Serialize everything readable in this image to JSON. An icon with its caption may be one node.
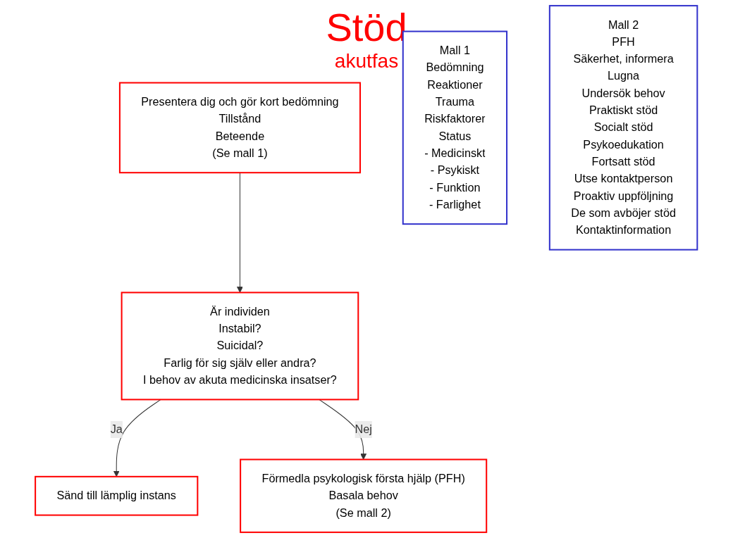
{
  "diagram": {
    "title": "Stöd",
    "nodes": [
      {
        "text": [
          "Presentera dig och gör kort bedömning",
          "Tillstånd",
          "Beteende",
          "(Se mall 1)"
        ]
      },
      {
        "text": [
          "Är individen",
          "Instabil?",
          "Suicidal?",
          "Farlig för sig själv eller andra?",
          "I behov av akuta medicinska insatser?"
        ]
      },
      {
        "text": [
          "Sänd till lämplig instans"
        ]
      },
      {
        "text": [
          "Förmedla psykologisk första hjälp (PFH)",
          "Basala behov",
          "(Se mall 2)"
        ]
      },
      {
        "text": [
          "Mall 1",
          "Bedömning",
          "Reaktioner",
          "Trauma",
          "Riskfaktorer",
          "Status",
          "- Medicinskt",
          "- Psykiskt",
          "- Funktion",
          "- Farlighet"
        ]
      },
      {
        "text": [
          "Mall 2",
          "PFH",
          "Säkerhet, informera",
          "Lugna",
          "Undersök behov",
          "Praktiskt stöd",
          "Socialt stöd",
          "Psykoedukation",
          "Fortsatt stöd",
          "Utse kontaktperson",
          "Proaktiv uppföljning",
          "De som avböjer stöd",
          "Kontaktinformation"
        ]
      }
    ],
    "edges": [
      {
        "from": 0,
        "to": 1,
        "arrow": "to"
      },
      {
        "from": 1,
        "to": 2,
        "arrow": "to",
        "label": "Ja"
      },
      {
        "from": 1,
        "to": 3,
        "arrow": "to",
        "label": "Nej"
      }
    ],
    "labels": [
      "akutfas"
    ]
  }
}
